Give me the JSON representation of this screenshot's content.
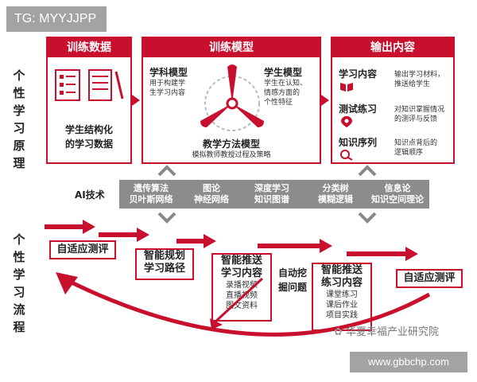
{
  "watermark_top": "TG: MYYJJPP",
  "watermark_url": "www.gbbchp.com",
  "watermark_source": "华夏幸福产业研究院",
  "left_labels": {
    "principle": [
      "个",
      "性",
      "学",
      "习",
      "原",
      "理"
    ],
    "process": [
      "个",
      "性",
      "学",
      "习",
      "流",
      "程"
    ]
  },
  "panels": {
    "training_data": {
      "title": "训练数据",
      "body": [
        "学生结构化",
        "的学习数据"
      ]
    },
    "training_model": {
      "title": "训练模型",
      "subject": {
        "title": "学科模型",
        "desc": [
          "用于构建学",
          "生学习内容"
        ]
      },
      "student": {
        "title": "学生模型",
        "desc": [
          "学生在认知、",
          "情感方面的",
          "个性特征"
        ]
      },
      "teaching": {
        "title": "教学方法模型",
        "desc": "模拟教师教授过程及策略"
      }
    },
    "output": {
      "title": "输出内容",
      "items": [
        {
          "title": "学习内容",
          "desc": [
            "输出学习材料，",
            "推送给学生"
          ]
        },
        {
          "title": "测试练习",
          "desc": [
            "对知识掌握情况",
            "的测评与反馈"
          ]
        },
        {
          "title": "知识序列",
          "desc": [
            "知识点背后的",
            "逻辑顺序"
          ]
        }
      ]
    }
  },
  "ai": {
    "label": "AI技术",
    "items": [
      [
        "遗传算法",
        "贝叶斯网络"
      ],
      [
        "图论",
        "神经网络"
      ],
      [
        "深度学习",
        "知识图谱"
      ],
      [
        "分类树",
        "模糊逻辑"
      ],
      [
        "信息论",
        "知识空间理论"
      ]
    ]
  },
  "flow": {
    "step1": "自适应测评",
    "step2": [
      "智能规划",
      "学习路径"
    ],
    "step3": {
      "title": [
        "智能推送",
        "学习内容"
      ],
      "items": [
        "录播视频",
        "直播视频",
        "图文资料"
      ]
    },
    "step4": [
      "自动挖",
      "掘问题"
    ],
    "step5": {
      "title": [
        "智能推送",
        "练习内容"
      ],
      "items": [
        "课堂练习",
        "课后作业",
        "项目实践"
      ]
    },
    "step6": "自适应测评"
  },
  "colors": {
    "accent": "#c8102e",
    "ai_bar": "#8c8c8c"
  }
}
